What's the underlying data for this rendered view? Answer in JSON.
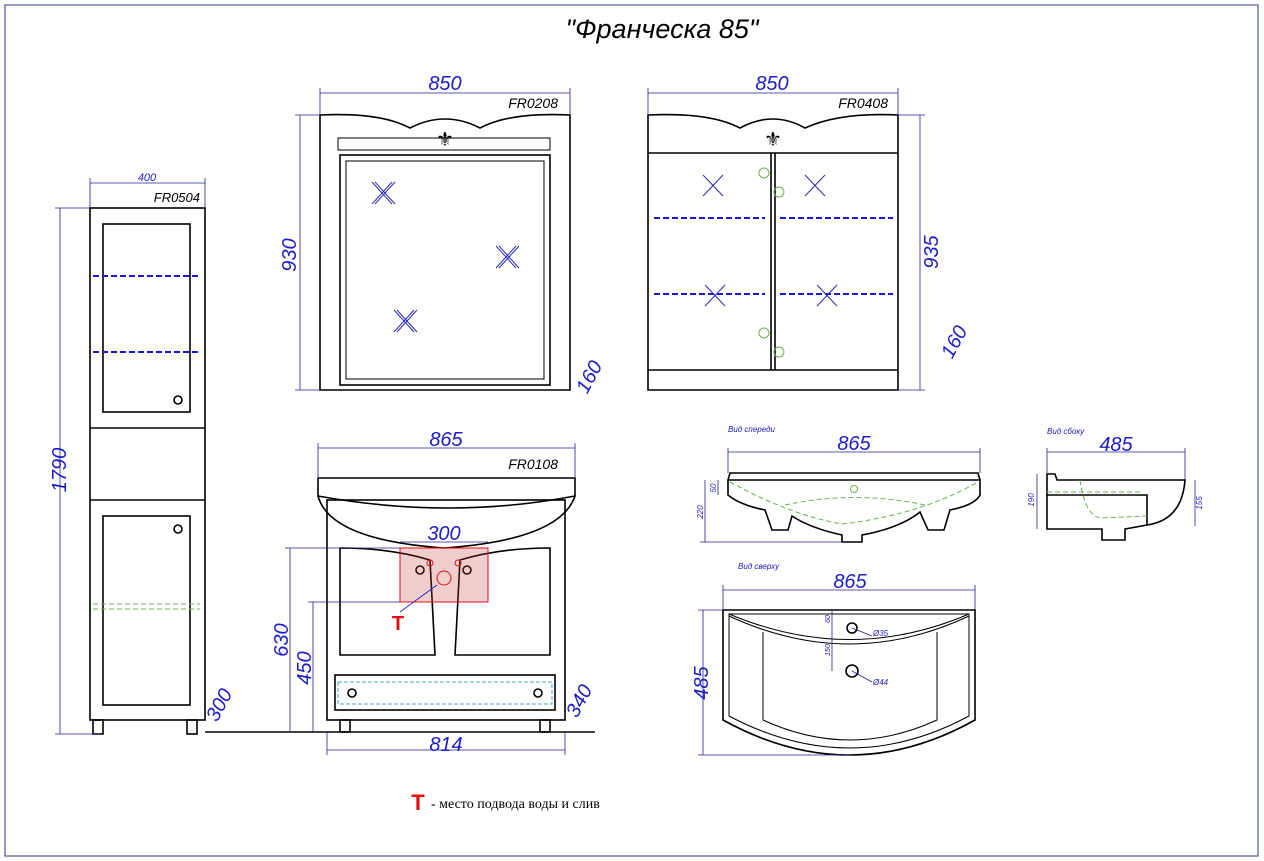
{
  "title": "\"Франческа 85\"",
  "column": {
    "model": "FR0504",
    "width": "400",
    "height": "1790",
    "depth": "300"
  },
  "mirror": {
    "model": "FR0208",
    "width": "850",
    "height": "930",
    "depth": "160"
  },
  "cabinet": {
    "model": "FR0408",
    "width": "850",
    "height": "935",
    "depth": "160"
  },
  "vanity": {
    "model": "FR0108",
    "top_width": "865",
    "cutout_width": "300",
    "height_total": "630",
    "height_inlet": "450",
    "body_width": "814",
    "depth": "340",
    "marker": "T"
  },
  "sink_front": {
    "label": "Вид спереди",
    "width": "865",
    "rim": "50",
    "height": "220"
  },
  "sink_side": {
    "label": "Вид сбоку",
    "depth": "485",
    "height": "190",
    "bowl": "155"
  },
  "sink_top": {
    "label": "Вид сверху",
    "width": "865",
    "depth": "485",
    "offset1": "60",
    "offset2": "150",
    "hole1": "Ø35",
    "hole2": "Ø44"
  },
  "legend": {
    "marker": "T",
    "text": "- место подвода воды и слив"
  },
  "colors": {
    "dimension": "#1c1cc8",
    "marker": "#e01010",
    "shelf": "#1a1ad0",
    "hidden": "#6ab04c"
  }
}
